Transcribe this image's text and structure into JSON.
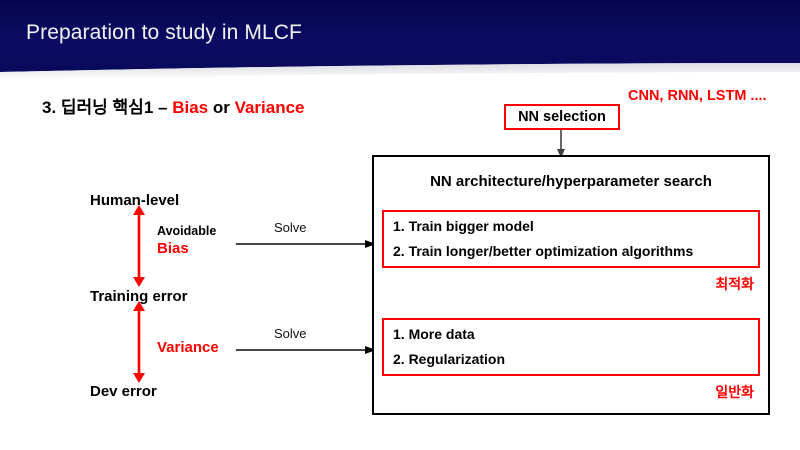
{
  "slide": {
    "title": "Preparation to study in MLCF",
    "subtitle_prefix": "3. 딥러닝 핵심1 – ",
    "subtitle_bias": "Bias",
    "subtitle_conjunction": " or ",
    "subtitle_variance": "Variance",
    "cnn_note": "CNN, RNN, LSTM ....",
    "header_color": "#0a0a5a",
    "accent_red": "#ff0000",
    "text_black": "#000000"
  },
  "nn_selection": {
    "label": "NN selection"
  },
  "ladder": {
    "levels": [
      {
        "label": "Human-level"
      },
      {
        "label": "Training error"
      },
      {
        "label": "Dev error"
      }
    ],
    "gaps": [
      {
        "caption": "Avoidable",
        "name": "Bias"
      },
      {
        "caption": "",
        "name": "Variance"
      }
    ],
    "solve_label": "Solve"
  },
  "main_box": {
    "title": "NN architecture/hyperparameter search",
    "sections": [
      {
        "steps": [
          "1. Train bigger model",
          "2. Train longer/better optimization algorithms"
        ],
        "tag": "최적화"
      },
      {
        "steps": [
          "1. More data",
          "2. Regularization"
        ],
        "tag": "일반화"
      }
    ]
  }
}
